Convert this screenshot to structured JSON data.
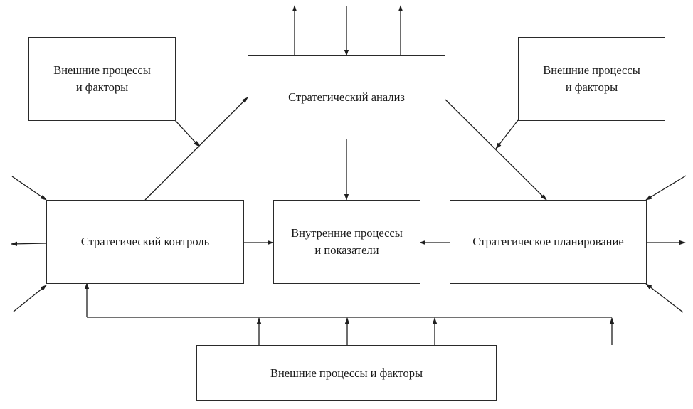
{
  "diagram": {
    "type": "strategic-management-cycle",
    "nodes": {
      "analysis": {
        "label": "Стратегический анализ"
      },
      "control": {
        "label": "Стратегический контроль"
      },
      "internal": {
        "label": "Внутренние процессы\nи показатели"
      },
      "planning": {
        "label": "Стратегическое планирование"
      },
      "external_top_left": {
        "label": "Внешние процессы\nи факторы"
      },
      "external_top_right": {
        "label": "Внешние процессы\nи факторы"
      },
      "external_bottom": {
        "label": "Внешние процессы и факторы"
      }
    },
    "edges": [
      {
        "from": "control",
        "to": "analysis"
      },
      {
        "from": "analysis",
        "to": "planning"
      },
      {
        "from": "analysis",
        "to": "internal"
      },
      {
        "from": "control",
        "to": "internal"
      },
      {
        "from": "planning",
        "to": "internal"
      },
      {
        "from": "external_top_left",
        "to": "control-analysis-edge"
      },
      {
        "from": "external_top_right",
        "to": "analysis-planning-edge"
      },
      {
        "from": "external_bottom",
        "to": "control",
        "via": "feedback-bus"
      }
    ]
  }
}
